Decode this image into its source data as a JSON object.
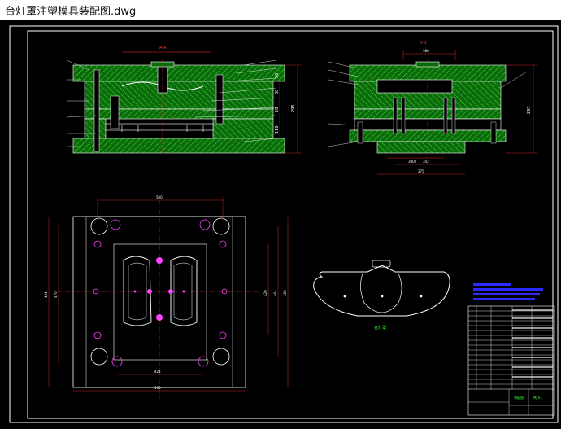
{
  "window": {
    "title": "台灯罩注塑模具装配图.dwg"
  },
  "drawing": {
    "section_a_label": "A-A",
    "section_b_label": "B-B",
    "part_caption": "台灯罩",
    "dims_front": [
      "56",
      "36",
      "28",
      "118",
      "295"
    ],
    "dims_side": [
      "386",
      "295",
      "3800",
      "342",
      "375"
    ],
    "dims_plan_top": "500",
    "dims_plan_bottom": [
      "424",
      "560"
    ],
    "dims_plan_left": [
      "424",
      "470"
    ],
    "dims_plan_right": [
      "420",
      "464",
      "460"
    ],
    "title_block_label": "装配图",
    "title_block_code": "MJ-01"
  },
  "colors": {
    "background": "#000000",
    "plate_green": "#0b6b0b",
    "hatch": "#39d639",
    "dimension": "#ff3333",
    "outline": "#ffffff",
    "holes": "#ff44ff",
    "note_blue": "#2b2bff",
    "center_line": "#ff3333",
    "caption": "#33ff33"
  }
}
